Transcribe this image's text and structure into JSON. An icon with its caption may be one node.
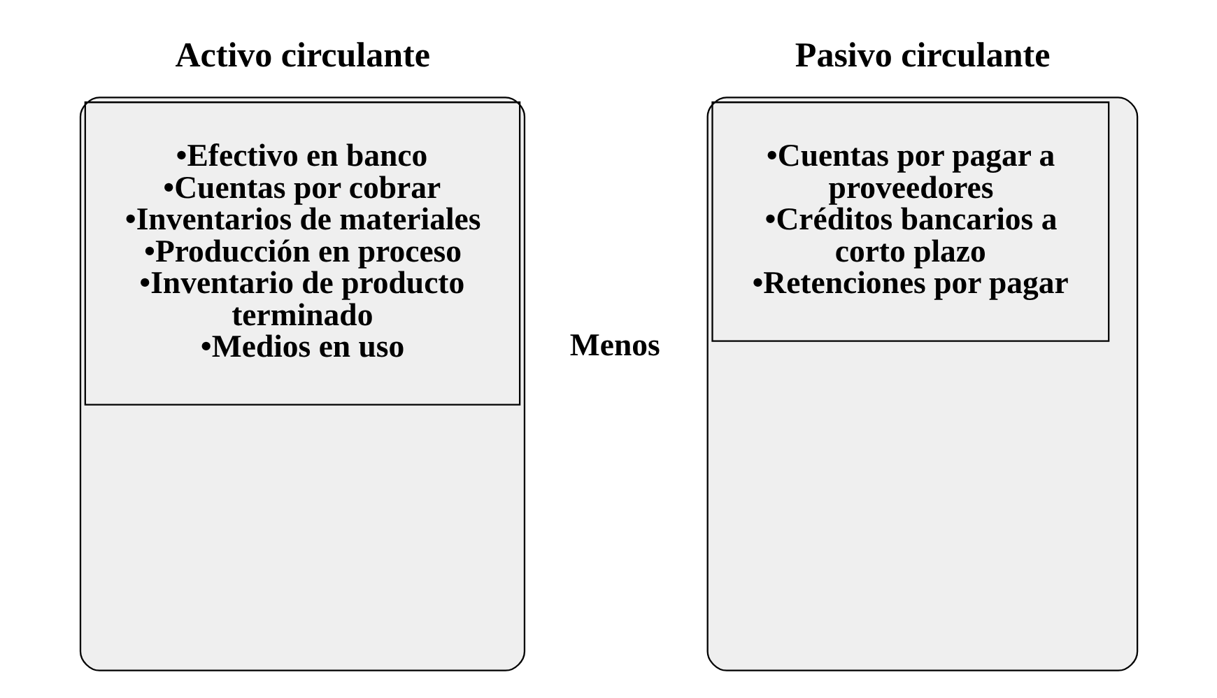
{
  "diagram": {
    "nodes": [
      {
        "text": [
          "Activo circulante",
          "•Efectivo en banco",
          "•Cuentas por cobrar",
          "•Inventarios de materiales",
          "•Producción en proceso",
          "•Inventario de producto terminado",
          "•Medios en uso"
        ]
      },
      {
        "text": [
          "Pasivo circulante",
          "•Cuentas por pagar a proveedores",
          "•Créditos bancarios a corto plazo",
          "•Retenciones por pagar"
        ]
      }
    ],
    "edges": [],
    "labels": [
      "Menos"
    ]
  }
}
